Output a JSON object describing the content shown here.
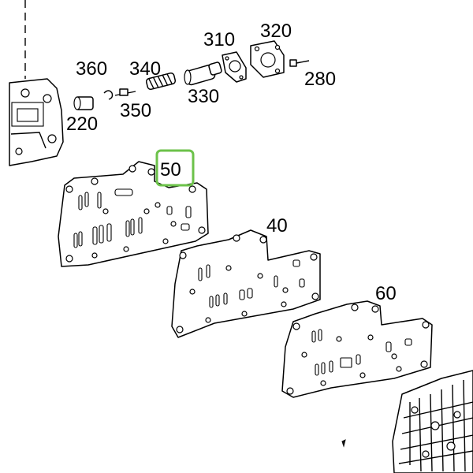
{
  "callouts": {
    "p310": "310",
    "p320": "320",
    "p360": "360",
    "p340": "340",
    "p280": "280",
    "p330": "330",
    "p350": "350",
    "p220": "220",
    "p50": "50",
    "p40": "40",
    "p60": "60"
  },
  "highlight": {
    "target": "50",
    "color": "#6cc24a"
  }
}
